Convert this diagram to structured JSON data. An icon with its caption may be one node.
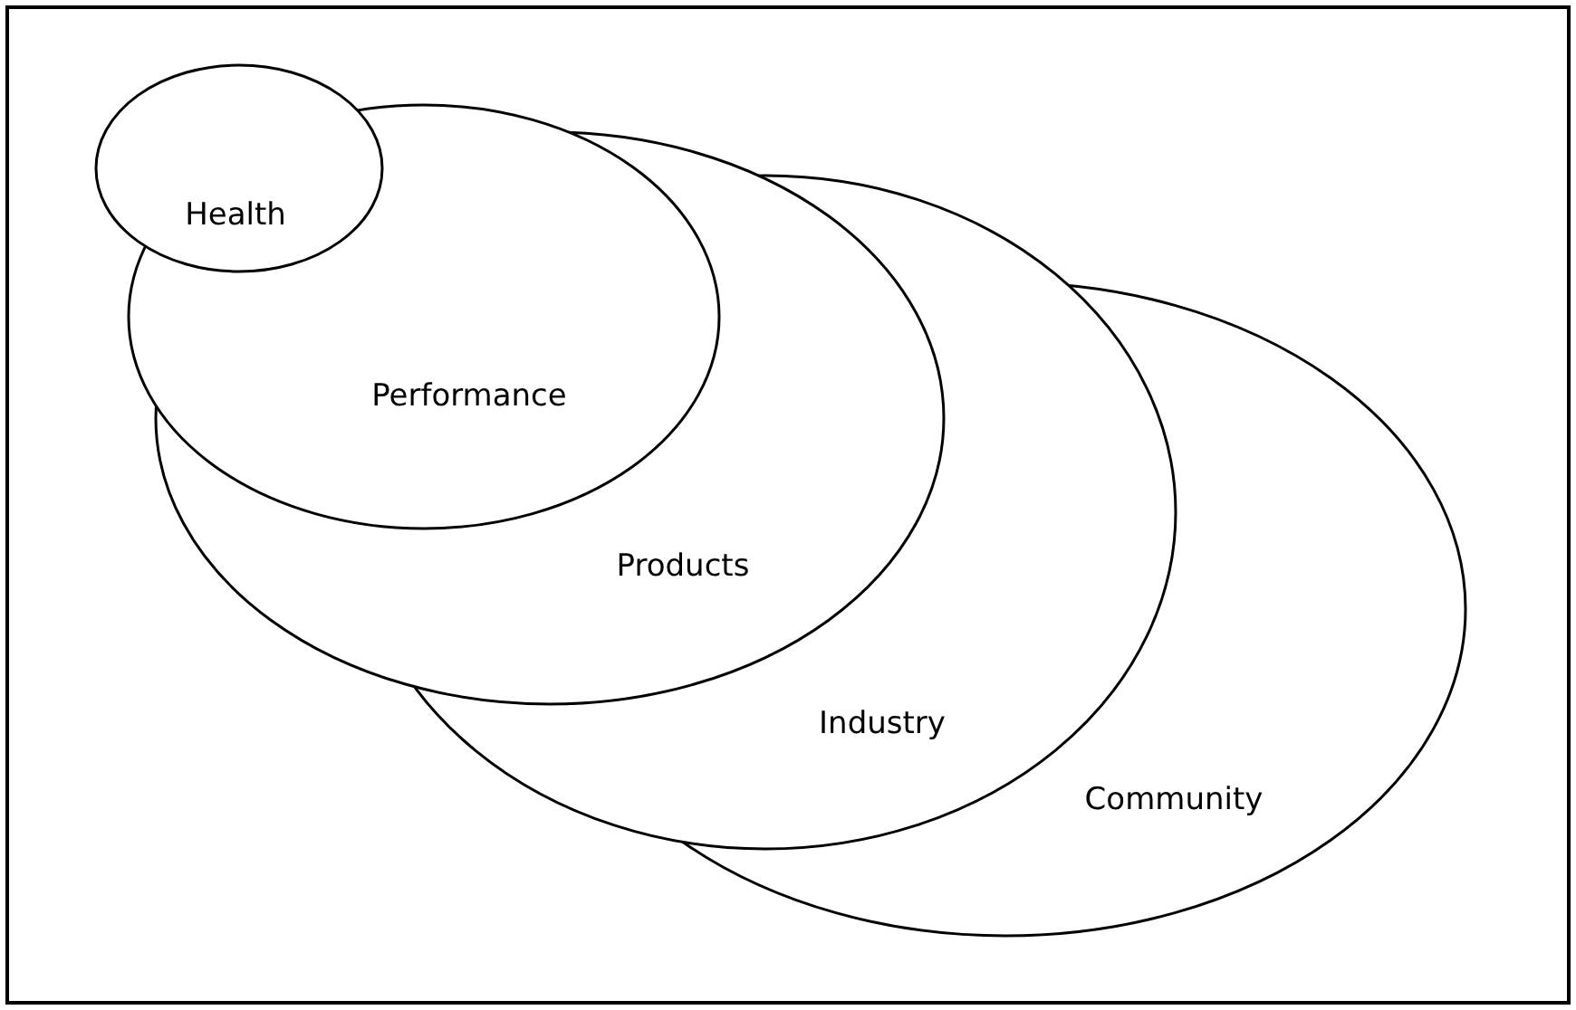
{
  "diagram": {
    "nodes": [
      {
        "text": [
          "Health"
        ]
      },
      {
        "text": [
          "Performance"
        ]
      },
      {
        "text": [
          "Products"
        ]
      },
      {
        "text": [
          "Industry"
        ]
      },
      {
        "text": [
          "Community"
        ]
      }
    ]
  }
}
